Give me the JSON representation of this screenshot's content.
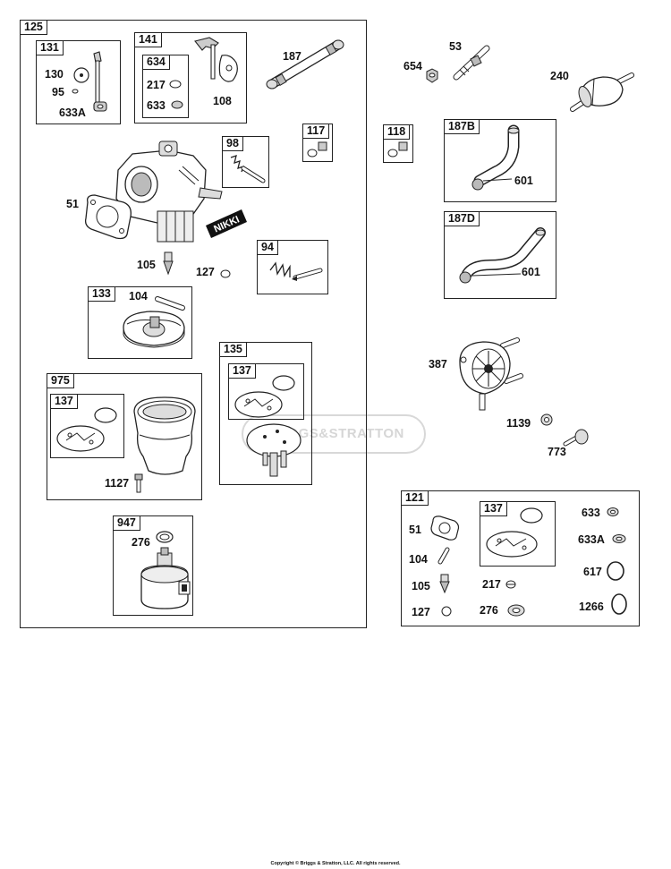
{
  "groups": {
    "g125": "125",
    "g131": "131",
    "g141": "141",
    "g634": "634",
    "g98": "98",
    "g117": "117",
    "g94": "94",
    "g133": "133",
    "g135": "135",
    "g137a": "137",
    "g975": "975",
    "g137b": "137",
    "g947": "947",
    "g118": "118",
    "g187b": "187B",
    "g187d": "187D",
    "g121": "121",
    "g137c": "137"
  },
  "parts": {
    "p130": "130",
    "p95": "95",
    "p633a_1": "633A",
    "p217_1": "217",
    "p633_1": "633",
    "p108": "108",
    "p187": "187",
    "p51_1": "51",
    "p105_1": "105",
    "p127_1": "127",
    "p104_1": "104",
    "p1127": "1127",
    "p276_1": "276",
    "p654": "654",
    "p53": "53",
    "p240": "240",
    "p601_1": "601",
    "p601_2": "601",
    "p387": "387",
    "p1139": "1139",
    "p773": "773",
    "p51_2": "51",
    "p104_2": "104",
    "p105_2": "105",
    "p127_2": "127",
    "p217_2": "217",
    "p276_2": "276",
    "p633_2": "633",
    "p633a_2": "633A",
    "p617": "617",
    "p1266": "1266"
  },
  "decal_text": "NIKKI",
  "watermark": "BRIGGS&STRATTON",
  "footer": "Copyright © Briggs & Stratton, LLC. All rights reserved."
}
